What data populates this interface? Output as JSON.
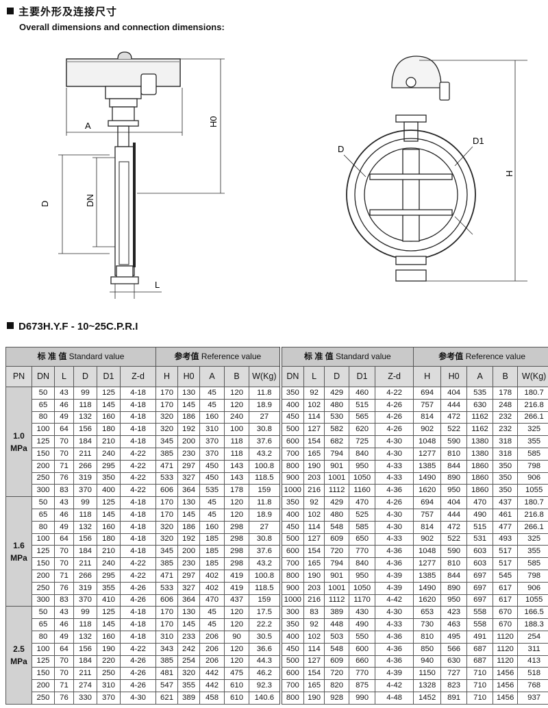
{
  "header": {
    "title_cn": "主要外形及连接尺寸",
    "title_en": "Overall dimensions and connection dimensions:"
  },
  "drawing_labels": {
    "A": "A",
    "H0": "H0",
    "D": "D",
    "DN": "DN",
    "L": "L",
    "D_right": "D",
    "D1": "D1",
    "H": "H"
  },
  "model": "D673H.Y.F - 10~25C.P.R.I",
  "table": {
    "group_standard_cn": "标 准 值",
    "group_standard_en": "Standard value",
    "group_reference_cn": "参考值",
    "group_reference_en": "Reference value",
    "columns": [
      "PN",
      "DN",
      "L",
      "D",
      "D1",
      "Z-d",
      "H",
      "H0",
      "A",
      "B",
      "W(Kg)",
      "DN",
      "L",
      "D",
      "D1",
      "Z-d",
      "H",
      "H0",
      "A",
      "B",
      "W(Kg)"
    ],
    "pressure_groups": [
      {
        "label_top": "1.0",
        "label_bottom": "MPa",
        "rows": [
          [
            "50",
            "43",
            "99",
            "125",
            "4-18",
            "170",
            "130",
            "45",
            "120",
            "11.8",
            "350",
            "92",
            "429",
            "460",
            "4-22",
            "694",
            "404",
            "535",
            "178",
            "180.7"
          ],
          [
            "65",
            "46",
            "118",
            "145",
            "4-18",
            "170",
            "145",
            "45",
            "120",
            "18.9",
            "400",
            "102",
            "480",
            "515",
            "4-26",
            "757",
            "444",
            "630",
            "248",
            "216.8"
          ],
          [
            "80",
            "49",
            "132",
            "160",
            "4-18",
            "320",
            "186",
            "160",
            "240",
            "27",
            "450",
            "114",
            "530",
            "565",
            "4-26",
            "814",
            "472",
            "1162",
            "232",
            "266.1"
          ],
          [
            "100",
            "64",
            "156",
            "180",
            "4-18",
            "320",
            "192",
            "310",
            "100",
            "30.8",
            "500",
            "127",
            "582",
            "620",
            "4-26",
            "902",
            "522",
            "1162",
            "232",
            "325"
          ],
          [
            "125",
            "70",
            "184",
            "210",
            "4-18",
            "345",
            "200",
            "370",
            "118",
            "37.6",
            "600",
            "154",
            "682",
            "725",
            "4-30",
            "1048",
            "590",
            "1380",
            "318",
            "355"
          ],
          [
            "150",
            "70",
            "211",
            "240",
            "4-22",
            "385",
            "230",
            "370",
            "118",
            "43.2",
            "700",
            "165",
            "794",
            "840",
            "4-30",
            "1277",
            "810",
            "1380",
            "318",
            "585"
          ],
          [
            "200",
            "71",
            "266",
            "295",
            "4-22",
            "471",
            "297",
            "450",
            "143",
            "100.8",
            "800",
            "190",
            "901",
            "950",
            "4-33",
            "1385",
            "844",
            "1860",
            "350",
            "798"
          ],
          [
            "250",
            "76",
            "319",
            "350",
            "4-22",
            "533",
            "327",
            "450",
            "143",
            "118.5",
            "900",
            "203",
            "1001",
            "1050",
            "4-33",
            "1490",
            "890",
            "1860",
            "350",
            "906"
          ],
          [
            "300",
            "83",
            "370",
            "400",
            "4-22",
            "606",
            "364",
            "535",
            "178",
            "159",
            "1000",
            "216",
            "1112",
            "1160",
            "4-36",
            "1620",
            "950",
            "1860",
            "350",
            "1055"
          ]
        ]
      },
      {
        "label_top": "1.6",
        "label_bottom": "MPa",
        "rows": [
          [
            "50",
            "43",
            "99",
            "125",
            "4-18",
            "170",
            "130",
            "45",
            "120",
            "11.8",
            "350",
            "92",
            "429",
            "470",
            "4-26",
            "694",
            "404",
            "470",
            "437",
            "180.7"
          ],
          [
            "65",
            "46",
            "118",
            "145",
            "4-18",
            "170",
            "145",
            "45",
            "120",
            "18.9",
            "400",
            "102",
            "480",
            "525",
            "4-30",
            "757",
            "444",
            "490",
            "461",
            "216.8"
          ],
          [
            "80",
            "49",
            "132",
            "160",
            "4-18",
            "320",
            "186",
            "160",
            "298",
            "27",
            "450",
            "114",
            "548",
            "585",
            "4-30",
            "814",
            "472",
            "515",
            "477",
            "266.1"
          ],
          [
            "100",
            "64",
            "156",
            "180",
            "4-18",
            "320",
            "192",
            "185",
            "298",
            "30.8",
            "500",
            "127",
            "609",
            "650",
            "4-33",
            "902",
            "522",
            "531",
            "493",
            "325"
          ],
          [
            "125",
            "70",
            "184",
            "210",
            "4-18",
            "345",
            "200",
            "185",
            "298",
            "37.6",
            "600",
            "154",
            "720",
            "770",
            "4-36",
            "1048",
            "590",
            "603",
            "517",
            "355"
          ],
          [
            "150",
            "70",
            "211",
            "240",
            "4-22",
            "385",
            "230",
            "185",
            "298",
            "43.2",
            "700",
            "165",
            "794",
            "840",
            "4-36",
            "1277",
            "810",
            "603",
            "517",
            "585"
          ],
          [
            "200",
            "71",
            "266",
            "295",
            "4-22",
            "471",
            "297",
            "402",
            "419",
            "100.8",
            "800",
            "190",
            "901",
            "950",
            "4-39",
            "1385",
            "844",
            "697",
            "545",
            "798"
          ],
          [
            "250",
            "76",
            "319",
            "355",
            "4-26",
            "533",
            "327",
            "402",
            "419",
            "118.5",
            "900",
            "203",
            "1001",
            "1050",
            "4-39",
            "1490",
            "890",
            "697",
            "617",
            "906"
          ],
          [
            "300",
            "83",
            "370",
            "410",
            "4-26",
            "606",
            "364",
            "470",
            "437",
            "159",
            "1000",
            "216",
            "1112",
            "1170",
            "4-42",
            "1620",
            "950",
            "697",
            "617",
            "1055"
          ]
        ]
      },
      {
        "label_top": "2.5",
        "label_bottom": "MPa",
        "rows": [
          [
            "50",
            "43",
            "99",
            "125",
            "4-18",
            "170",
            "130",
            "45",
            "120",
            "17.5",
            "300",
            "83",
            "389",
            "430",
            "4-30",
            "653",
            "423",
            "558",
            "670",
            "166.5"
          ],
          [
            "65",
            "46",
            "118",
            "145",
            "4-18",
            "170",
            "145",
            "45",
            "120",
            "22.2",
            "350",
            "92",
            "448",
            "490",
            "4-33",
            "730",
            "463",
            "558",
            "670",
            "188.3"
          ],
          [
            "80",
            "49",
            "132",
            "160",
            "4-18",
            "310",
            "233",
            "206",
            "90",
            "30.5",
            "400",
            "102",
            "503",
            "550",
            "4-36",
            "810",
            "495",
            "491",
            "1120",
            "254"
          ],
          [
            "100",
            "64",
            "156",
            "190",
            "4-22",
            "343",
            "242",
            "206",
            "120",
            "36.6",
            "450",
            "114",
            "548",
            "600",
            "4-36",
            "850",
            "566",
            "687",
            "1120",
            "311"
          ],
          [
            "125",
            "70",
            "184",
            "220",
            "4-26",
            "385",
            "254",
            "206",
            "120",
            "44.3",
            "500",
            "127",
            "609",
            "660",
            "4-36",
            "940",
            "630",
            "687",
            "1120",
            "413"
          ],
          [
            "150",
            "70",
            "211",
            "250",
            "4-26",
            "481",
            "320",
            "442",
            "475",
            "46.2",
            "600",
            "154",
            "720",
            "770",
            "4-39",
            "1150",
            "727",
            "710",
            "1456",
            "518"
          ],
          [
            "200",
            "71",
            "274",
            "310",
            "4-26",
            "547",
            "355",
            "442",
            "610",
            "92.3",
            "700",
            "165",
            "820",
            "875",
            "4-42",
            "1328",
            "823",
            "710",
            "1456",
            "768"
          ],
          [
            "250",
            "76",
            "330",
            "370",
            "4-30",
            "621",
            "389",
            "458",
            "610",
            "140.6",
            "800",
            "190",
            "928",
            "990",
            "4-48",
            "1452",
            "891",
            "710",
            "1456",
            "937"
          ]
        ]
      }
    ]
  }
}
